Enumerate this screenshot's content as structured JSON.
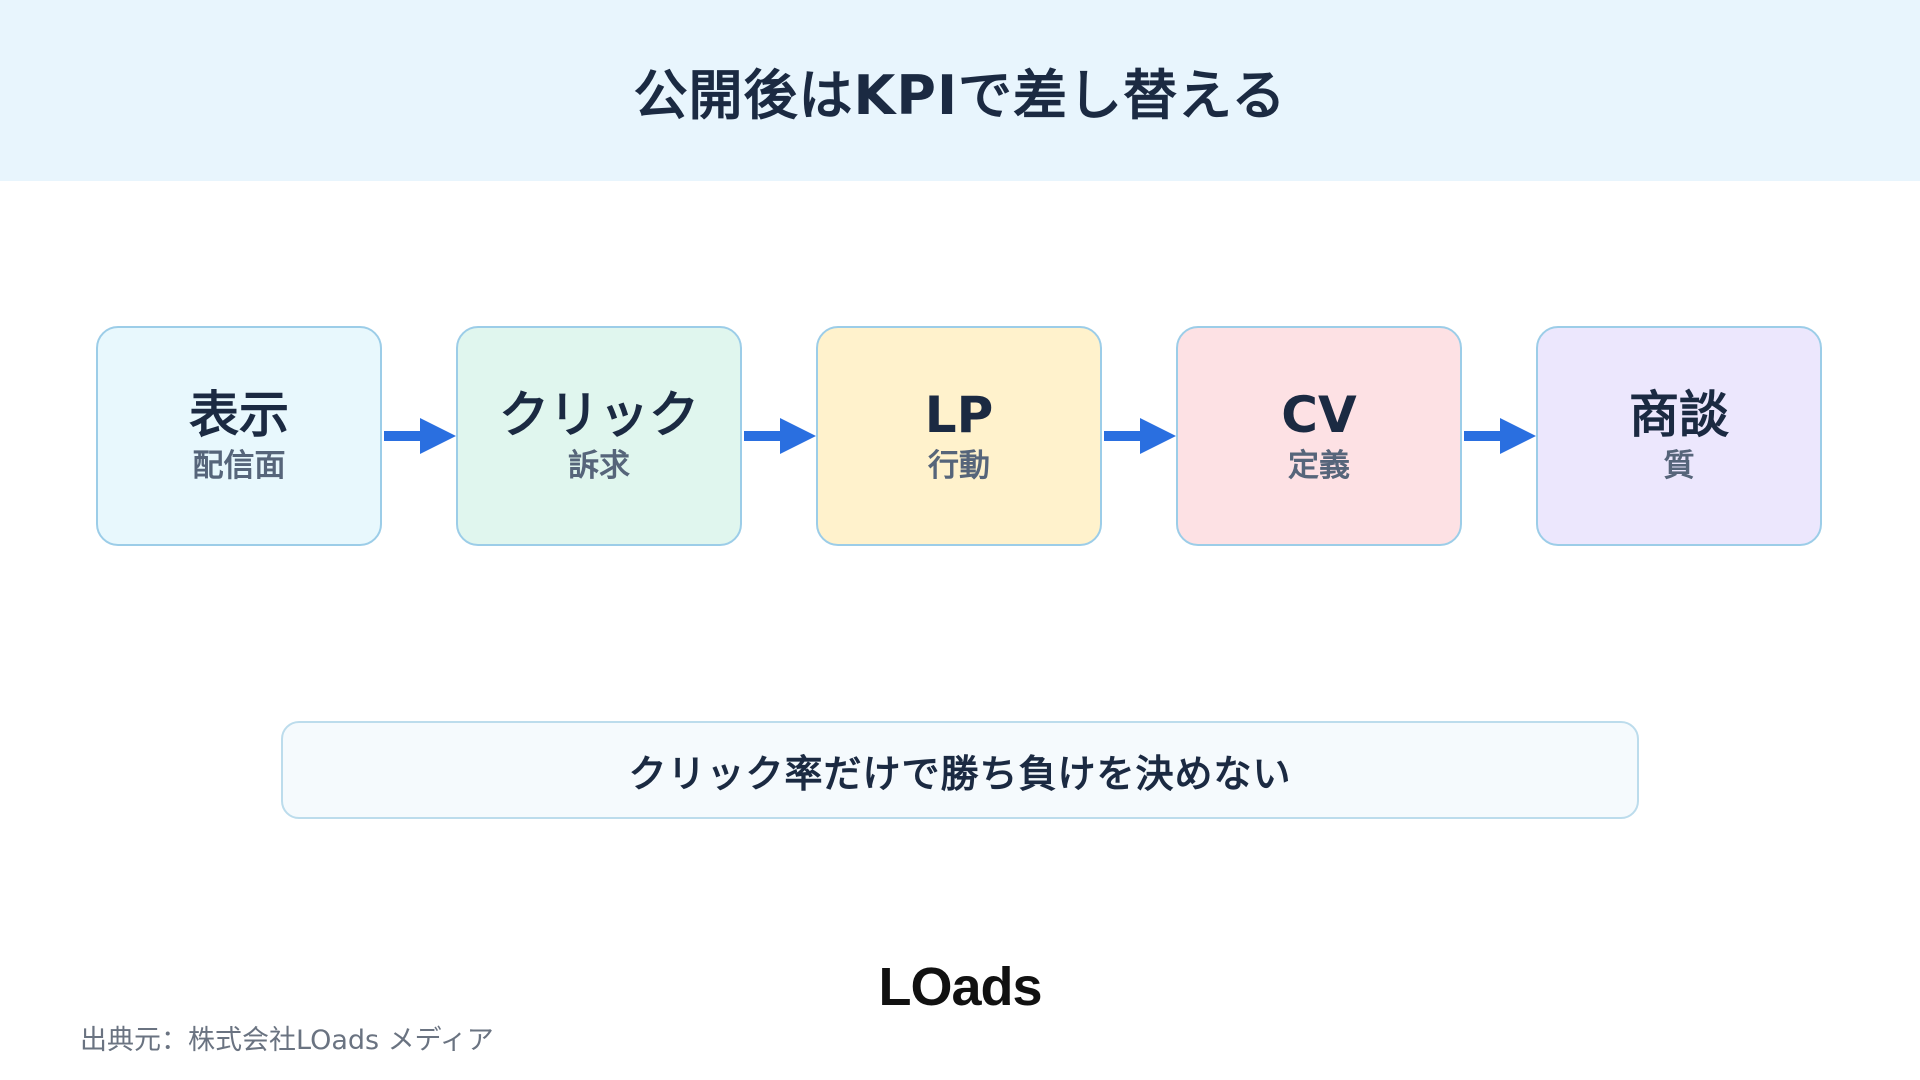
{
  "header": {
    "title": "公開後はKPIで差し替える"
  },
  "steps": [
    {
      "title": "表示",
      "subtitle": "配信面",
      "color": "#e8f8fd"
    },
    {
      "title": "クリック",
      "subtitle": "訴求",
      "color": "#e0f6ee"
    },
    {
      "title": "LP",
      "subtitle": "行動",
      "color": "#fff2cc"
    },
    {
      "title": "CV",
      "subtitle": "定義",
      "color": "#fde1e4"
    },
    {
      "title": "商談",
      "subtitle": "質",
      "color": "#ece7fd"
    }
  ],
  "arrow_color": "#2a6fe0",
  "step_border_color": "#9ccde8",
  "summary": {
    "text": "クリック率だけで勝ち負けを決めない"
  },
  "logo": {
    "text": "LOads"
  },
  "footer": {
    "source": "出典元：株式会社LOads メディア"
  }
}
